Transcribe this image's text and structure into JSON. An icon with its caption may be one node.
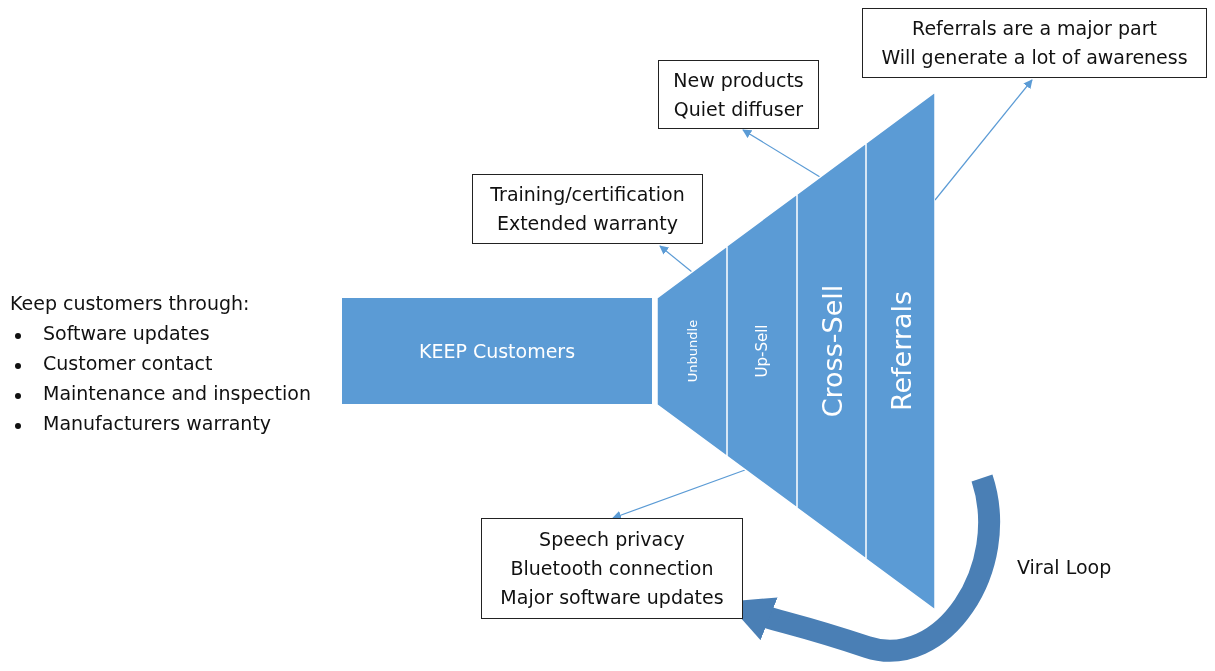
{
  "diagram": {
    "nodes": [
      {
        "text": [
          "KEEP Customers"
        ]
      },
      {
        "text": [
          "Unbundle"
        ]
      },
      {
        "text": [
          "Up-Sell"
        ]
      },
      {
        "text": [
          "Cross-Sell"
        ]
      },
      {
        "text": [
          "Referrals"
        ]
      },
      {
        "text": [
          "Training/certification",
          "Extended warranty"
        ]
      },
      {
        "text": [
          "New products",
          "Quiet diffuser"
        ]
      },
      {
        "text": [
          "Referrals are a major part",
          "Will generate a lot of awareness"
        ]
      },
      {
        "text": [
          "Speech privacy",
          "Bluetooth connection",
          "Major software updates"
        ]
      }
    ],
    "edges": [
      {
        "from": 1,
        "to": 5,
        "arrow": "to"
      },
      {
        "from": 3,
        "to": 6,
        "arrow": "to"
      },
      {
        "from": 4,
        "to": 7,
        "arrow": "to"
      },
      {
        "from": 2,
        "to": 8,
        "arrow": "to"
      },
      {
        "from": 4,
        "to": 8,
        "arrow": "to",
        "label": "Viral Loop",
        "style": "thick",
        "color": "#4a7fb5"
      }
    ],
    "labels": [
      "Keep customers through:",
      "Software updates",
      "Customer contact",
      "Maintenance and inspection",
      "Manufacturers warranty"
    ]
  }
}
